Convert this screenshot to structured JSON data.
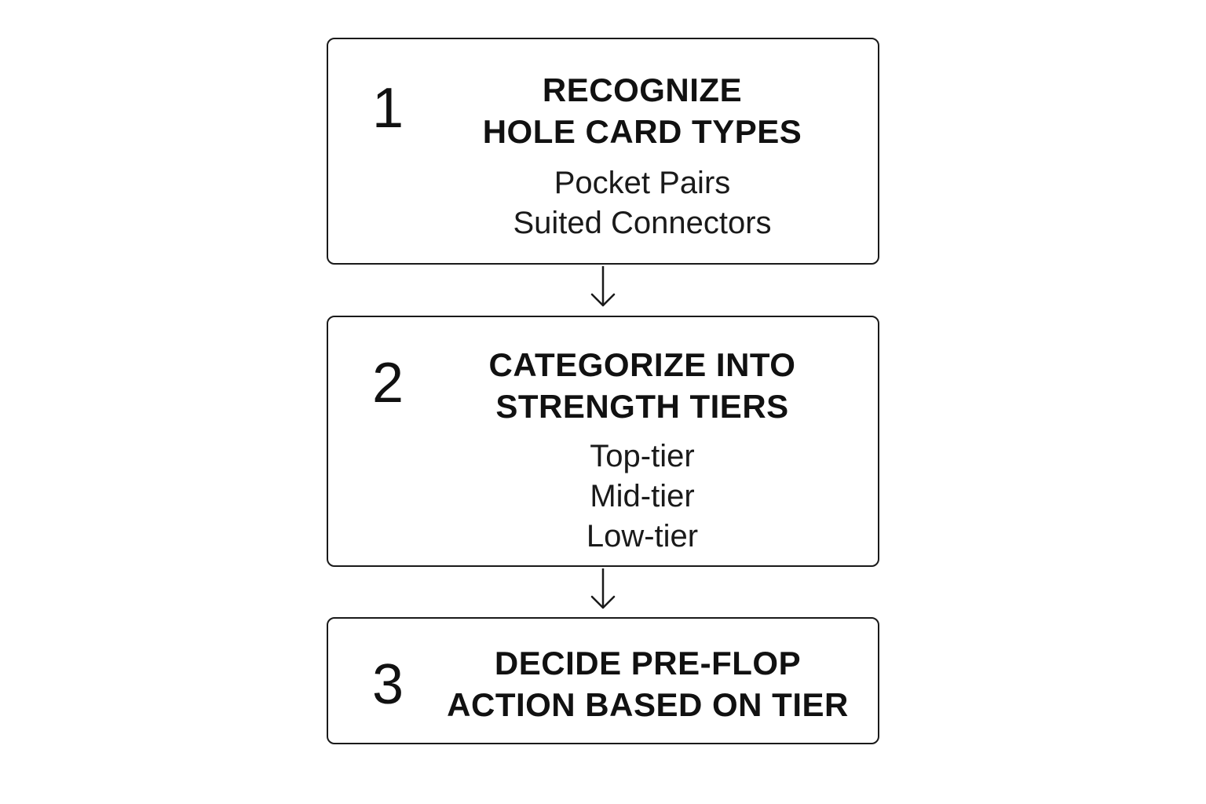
{
  "steps": [
    {
      "number": "1",
      "title_lines": [
        "RECOGNIZE",
        "HOLE CARD TYPES"
      ],
      "items": [
        "Pocket Pairs",
        "Suited Connectors"
      ]
    },
    {
      "number": "2",
      "title_lines": [
        "CATEGORIZE INTO",
        "STRENGTH TIERS"
      ],
      "items": [
        "Top-tier",
        "Mid-tier",
        "Low-tier"
      ]
    },
    {
      "number": "3",
      "title_lines": [
        "DECIDE PRE-FLOP",
        "ACTION BASED ON TIER"
      ],
      "items": []
    }
  ],
  "arrows": [
    {
      "from": "1",
      "to": "2",
      "icon": "arrow-down-icon"
    },
    {
      "from": "2",
      "to": "3",
      "icon": "arrow-down-icon"
    }
  ],
  "colors": {
    "border": "#1a1a1a",
    "text": "#111111",
    "background": "#ffffff"
  }
}
